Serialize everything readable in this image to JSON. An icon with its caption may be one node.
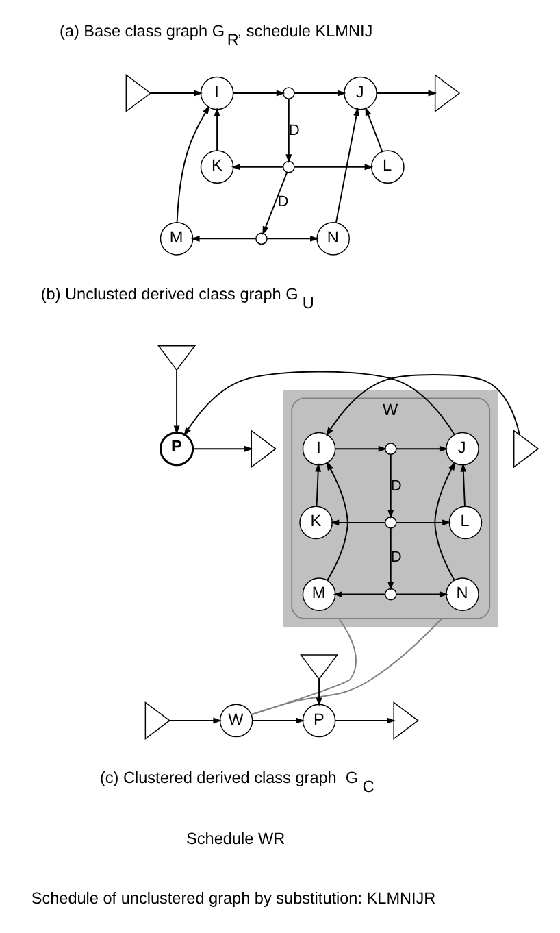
{
  "diagram": {
    "nodes": [
      {
        "text": [],
        "shape": "triangle"
      },
      {
        "text": [
          "I"
        ]
      },
      {
        "text": [],
        "shape": "circle"
      },
      {
        "text": [
          "J"
        ]
      },
      {
        "text": [],
        "shape": "triangle"
      },
      {
        "text": [
          "K"
        ]
      },
      {
        "text": [],
        "shape": "circle"
      },
      {
        "text": [
          "L"
        ]
      },
      {
        "text": [
          "M"
        ]
      },
      {
        "text": [],
        "shape": "circle"
      },
      {
        "text": [
          "N"
        ]
      },
      {
        "text": [],
        "shape": "box"
      },
      {
        "text": [
          "W"
        ],
        "in": 11
      },
      {
        "text": [
          "I"
        ],
        "in": 12
      },
      {
        "text": [],
        "shape": "circle",
        "in": 12
      },
      {
        "text": [
          "J"
        ],
        "in": 12
      },
      {
        "text": [
          "K"
        ],
        "in": 12
      },
      {
        "text": [],
        "shape": "circle",
        "in": 12
      },
      {
        "text": [
          "L"
        ],
        "in": 12
      },
      {
        "text": [
          "M"
        ],
        "in": 12
      },
      {
        "text": [],
        "shape": "circle",
        "in": 12
      },
      {
        "text": [
          "N"
        ],
        "in": 12
      },
      {
        "text": [],
        "shape": "triangle"
      },
      {
        "text": [],
        "shape": "triangle"
      },
      {
        "text": [
          "P"
        ]
      },
      {
        "text": [],
        "shape": "triangle"
      },
      {
        "text": [],
        "shape": "triangle"
      },
      {
        "text": [],
        "shape": "triangle"
      },
      {
        "text": [
          "W"
        ]
      },
      {
        "text": [
          "P"
        ]
      },
      {
        "text": [],
        "shape": "triangle"
      }
    ],
    "edges": [
      {
        "from": 0,
        "to": 1,
        "arrow": "to"
      },
      {
        "from": 1,
        "to": 2,
        "arrow": "to"
      },
      {
        "from": 2,
        "to": 3,
        "arrow": "to"
      },
      {
        "from": 3,
        "to": 4,
        "arrow": "to"
      },
      {
        "from": 2,
        "to": 6,
        "arrow": "to",
        "label": "D"
      },
      {
        "from": 6,
        "to": 5,
        "arrow": "to"
      },
      {
        "from": 6,
        "to": 7,
        "arrow": "to"
      },
      {
        "from": 6,
        "to": 9,
        "arrow": "to",
        "label": "D"
      },
      {
        "from": 5,
        "to": 1,
        "arrow": "to"
      },
      {
        "from": 7,
        "to": 3,
        "arrow": "to"
      },
      {
        "from": 8,
        "to": 1,
        "arrow": "to"
      },
      {
        "from": 10,
        "to": 3,
        "arrow": "to"
      },
      {
        "from": 9,
        "to": 8,
        "arrow": "to"
      },
      {
        "from": 9,
        "to": 10,
        "arrow": "to"
      },
      {
        "from": 22,
        "to": 13,
        "arrow": "to"
      },
      {
        "from": 13,
        "to": 14,
        "arrow": "to"
      },
      {
        "from": 14,
        "to": 15,
        "arrow": "to"
      },
      {
        "from": 14,
        "to": 17,
        "arrow": "to",
        "label": "D"
      },
      {
        "from": 17,
        "to": 16,
        "arrow": "to"
      },
      {
        "from": 17,
        "to": 18,
        "arrow": "to"
      },
      {
        "from": 17,
        "to": 20,
        "arrow": "to",
        "label": "D"
      },
      {
        "from": 16,
        "to": 13,
        "arrow": "to"
      },
      {
        "from": 18,
        "to": 15,
        "arrow": "to"
      },
      {
        "from": 19,
        "to": 13,
        "arrow": "to"
      },
      {
        "from": 21,
        "to": 15,
        "arrow": "to"
      },
      {
        "from": 20,
        "to": 19,
        "arrow": "to"
      },
      {
        "from": 20,
        "to": 21,
        "arrow": "to"
      },
      {
        "from": 15,
        "to": 24,
        "arrow": "to"
      },
      {
        "from": 23,
        "to": 24,
        "arrow": "to"
      },
      {
        "from": 24,
        "to": 25,
        "arrow": "to"
      },
      {
        "from": 26,
        "to": 29,
        "arrow": "to"
      },
      {
        "from": 27,
        "to": 28,
        "arrow": "to"
      },
      {
        "from": 28,
        "to": 29,
        "arrow": "to"
      },
      {
        "from": 29,
        "to": 30,
        "arrow": "to"
      },
      {
        "from": 12,
        "to": 28,
        "arrow": "none",
        "color": "#808080"
      },
      {
        "from": 12,
        "to": 28,
        "arrow": "none",
        "color": "#808080"
      }
    ],
    "labels": [
      "(a) Base class graph G$_{R}$, schedule KLMNIJ",
      "(b) Unclusted derived class graph G$_{U}$",
      "(c) Clustered derived class graph  G$_{C}$",
      "Schedule WR",
      "Schedule of unclustered graph by substitution: KLMNIJR"
    ]
  }
}
